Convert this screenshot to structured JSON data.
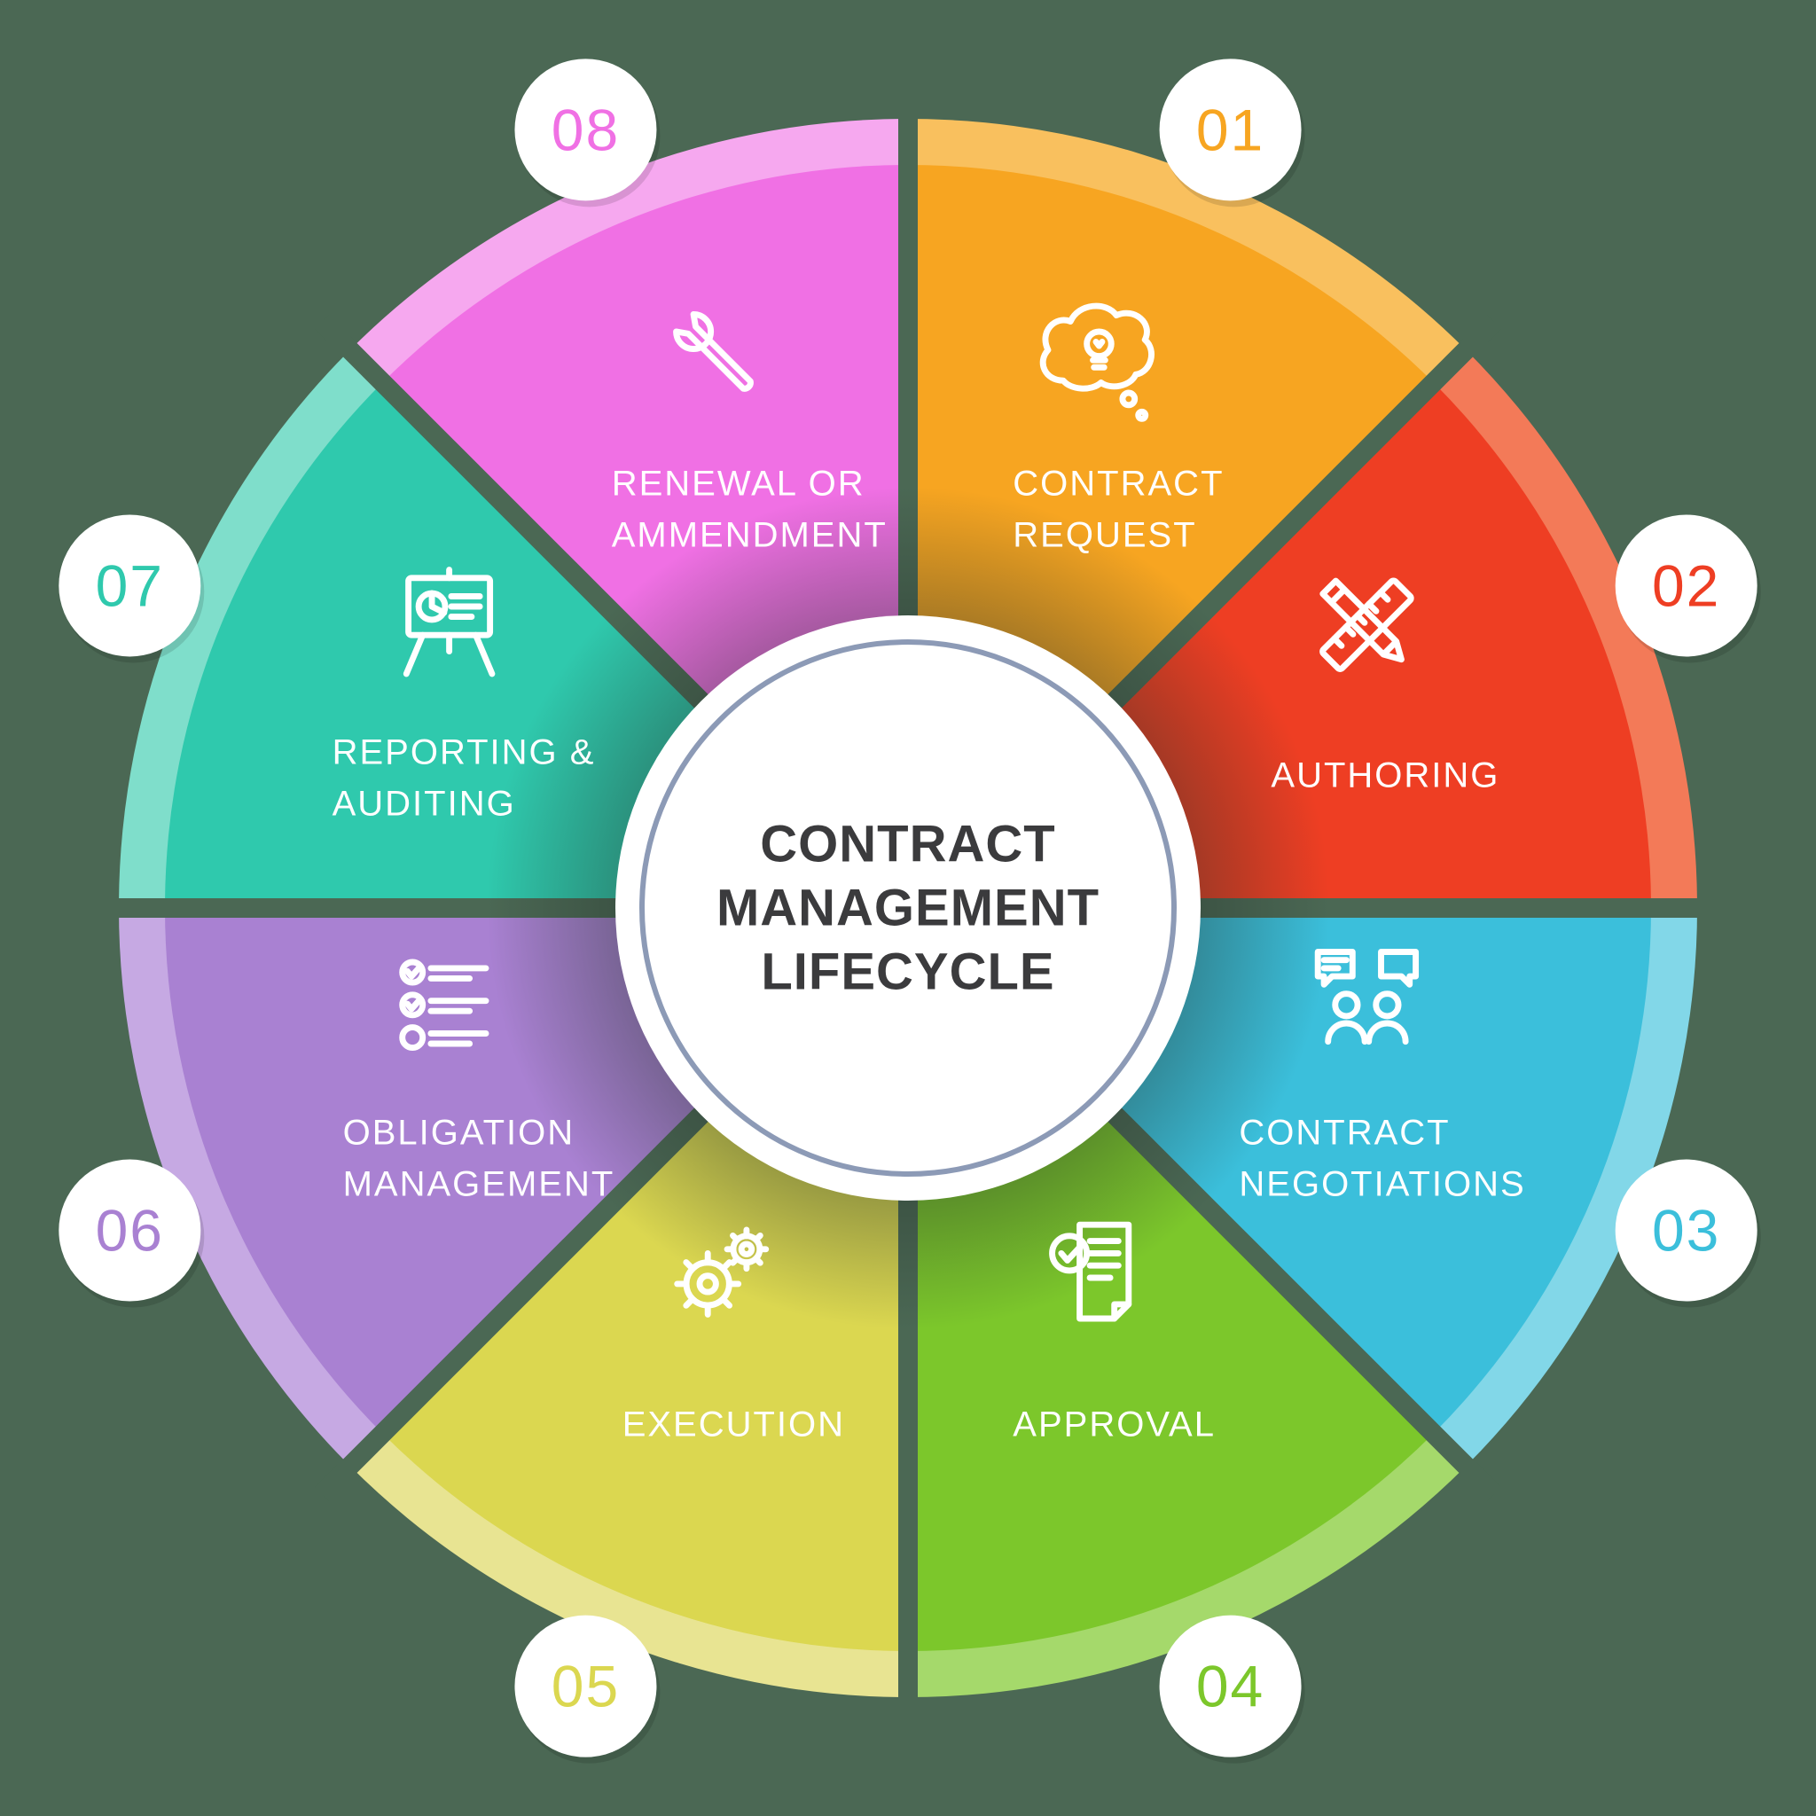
{
  "background_color": "#4b6854",
  "center": {
    "title_lines": [
      "CONTRACT",
      "MANAGEMENT",
      "LIFECYCLE"
    ],
    "title_color": "#3b3b3d",
    "circle_color": "#ffffff",
    "ring_color": "#8c9ab6"
  },
  "wheel": {
    "label_color": "#ffffff",
    "badge_bg": "#ffffff",
    "segments": [
      {
        "number": "01",
        "label_lines": [
          "CONTRACT",
          "REQUEST"
        ],
        "color": "#f7a521",
        "light_color": "#f9c05e",
        "icon": "idea-cloud-icon"
      },
      {
        "number": "02",
        "label_lines": [
          "AUTHORING"
        ],
        "color": "#ee3e23",
        "light_color": "#f37a58",
        "icon": "ruler-pencil-icon"
      },
      {
        "number": "03",
        "label_lines": [
          "CONTRACT",
          "NEGOTIATIONS"
        ],
        "color": "#3bbfdb",
        "light_color": "#82d7e8",
        "icon": "negotiation-icon"
      },
      {
        "number": "04",
        "label_lines": [
          "APPROVAL"
        ],
        "color": "#7cc72b",
        "light_color": "#a5d96b",
        "icon": "approval-doc-icon"
      },
      {
        "number": "05",
        "label_lines": [
          "EXECUTION"
        ],
        "color": "#dbd750",
        "light_color": "#e8e492",
        "icon": "gears-icon"
      },
      {
        "number": "06",
        "label_lines": [
          "OBLIGATION",
          "MANAGEMENT"
        ],
        "color": "#a981d2",
        "light_color": "#c6a9e3",
        "icon": "checklist-icon"
      },
      {
        "number": "07",
        "label_lines": [
          "REPORTING &",
          "AUDITING"
        ],
        "color": "#2fc9ad",
        "light_color": "#7fdecb",
        "icon": "report-board-icon"
      },
      {
        "number": "08",
        "label_lines": [
          "RENEWAL OR",
          "AMMENDMENT"
        ],
        "color": "#f070e4",
        "light_color": "#f6a8ef",
        "icon": "wrench-icon"
      }
    ]
  }
}
